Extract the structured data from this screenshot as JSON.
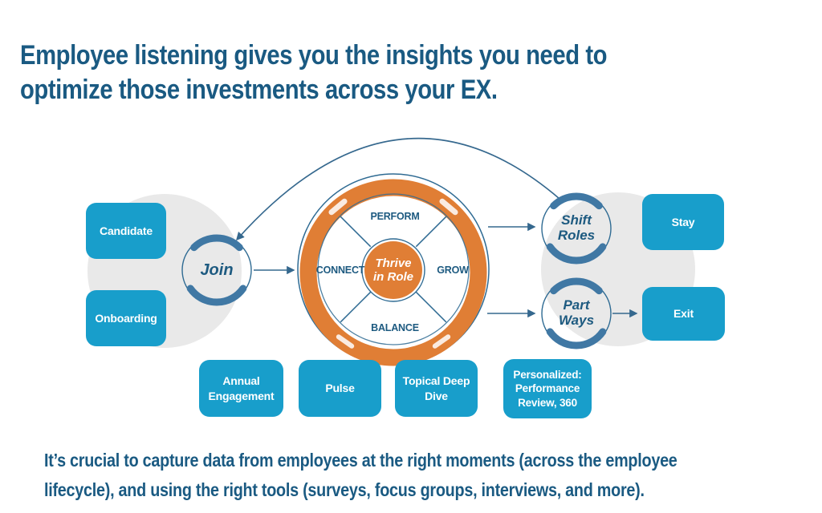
{
  "title": {
    "line1": "Employee listening gives you the insights you need to",
    "line2": "optimize those investments across your EX."
  },
  "footer": {
    "line1": "It’s crucial to capture data from employees at the right moments (across the employee",
    "line2": "lifecycle), and using the right tools (surveys, focus groups, interviews, and more)."
  },
  "colors": {
    "accent_blue": "#189ECB",
    "orange": "#E07E35",
    "brush_blue": "#4078A4",
    "line_blue": "#2F6B93",
    "arrow_blue": "#35688E",
    "text_blue": "#1A5A82",
    "label_blue": "#1D5A80",
    "gray_blob": "#E9E9E9"
  },
  "diagram": {
    "entry_boxes": [
      {
        "label": "Candidate"
      },
      {
        "label": "Onboarding"
      }
    ],
    "join": {
      "label": "Join"
    },
    "hub": {
      "center": "Thrive in Role",
      "quadrant_top": "PERFORM",
      "quadrant_left": "CONNECT",
      "quadrant_right": "GROW",
      "quadrant_bottom": "BALANCE"
    },
    "transition_circles": [
      {
        "label": "Shift Roles"
      },
      {
        "label": "Part Ways"
      }
    ],
    "outcome_boxes": [
      {
        "label": "Stay"
      },
      {
        "label": "Exit"
      }
    ],
    "tool_boxes": [
      {
        "label": "Annual Engagement"
      },
      {
        "label": "Pulse"
      },
      {
        "label": "Topical Deep Dive"
      },
      {
        "label": "Personalized: Performance Review, 360"
      }
    ]
  }
}
